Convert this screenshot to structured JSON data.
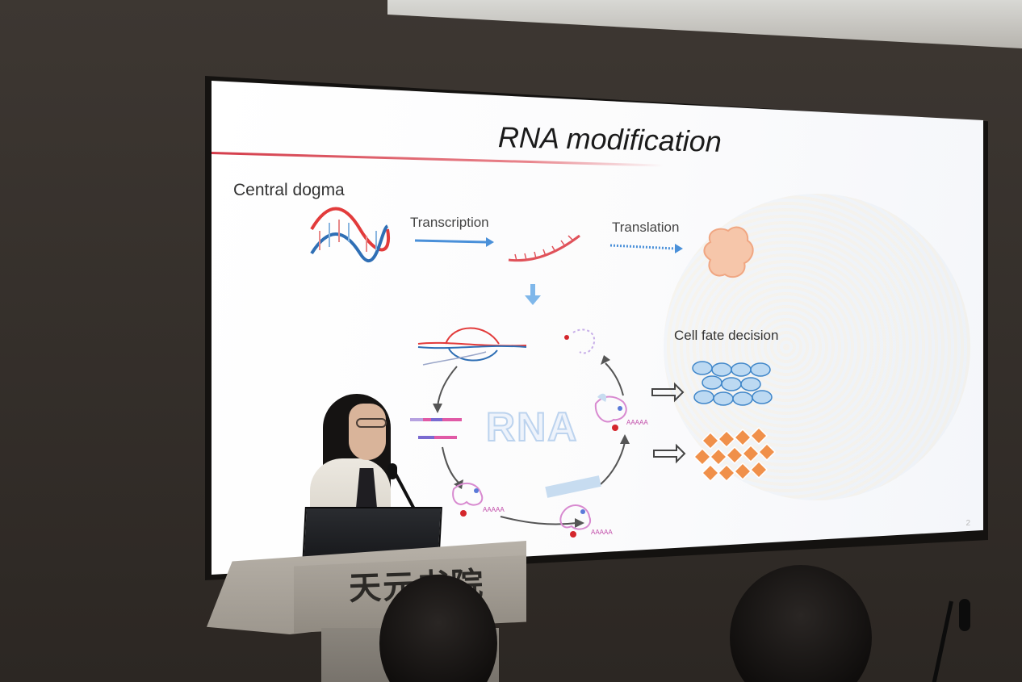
{
  "slide": {
    "title": "RNA modification",
    "section_label": "Central dogma",
    "transcription_label": "Transcription",
    "translation_label": "Translation",
    "cell_fate_label": "Cell fate decision",
    "center_word": "RNA",
    "poly_a_1": "AAAAA",
    "poly_a_2": "AAAAA",
    "poly_a_3": "AAAAA",
    "page_number": "2"
  },
  "podium": {
    "sign_text": "天元书院"
  },
  "colors": {
    "title_rule": "#d43c4a",
    "dna_red": "#e23b3b",
    "dna_blue": "#2f6fb5",
    "mrna": "#e0525a",
    "arrow_blue": "#4a90d9",
    "cell_blue": "#bcd9f2",
    "cell_orange": "#f0904a",
    "protein": "#f3b48f"
  },
  "icons": {
    "dna": "dna-double-helix-icon",
    "mrna": "mrna-strand-icon",
    "protein": "protein-blob-icon",
    "down_arrow": "down-arrow-icon"
  }
}
